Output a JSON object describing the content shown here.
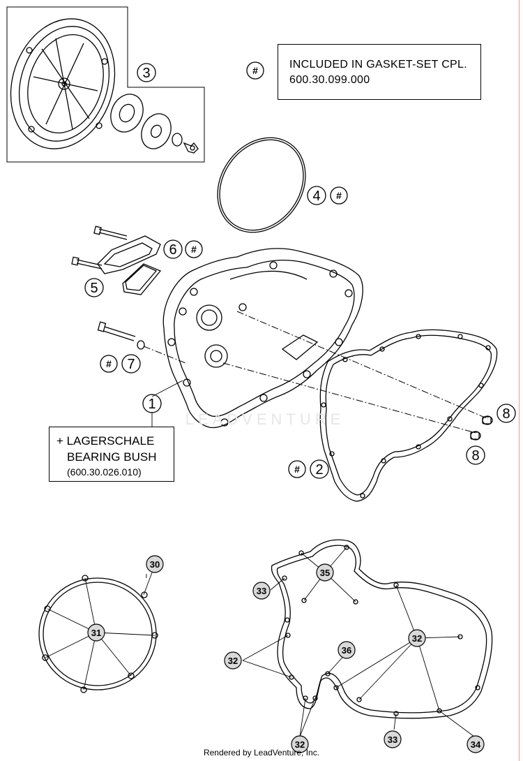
{
  "legend": {
    "symbol": "#",
    "line1": "INCLUDED IN GASKET-SET CPL.",
    "line2": "600.30.099.000"
  },
  "note": {
    "line1": "+ LAGERSCHALE",
    "line2": "BEARING BUSH",
    "line3": "(600.30.026.010)"
  },
  "callouts": {
    "c1": "1",
    "c2": "2",
    "c3": "3",
    "c4": "4",
    "c5": "5",
    "c6": "6",
    "c7": "7",
    "c8a": "8",
    "c8b": "8",
    "c30": "30",
    "c31": "31",
    "c32a": "32",
    "c32b": "32",
    "c32c": "32",
    "c33a": "33",
    "c33b": "33",
    "c34": "34",
    "c35": "35",
    "c36": "36"
  },
  "watermark": "LEADVENTURE",
  "footer": "Rendered by LeadVenture, Inc."
}
